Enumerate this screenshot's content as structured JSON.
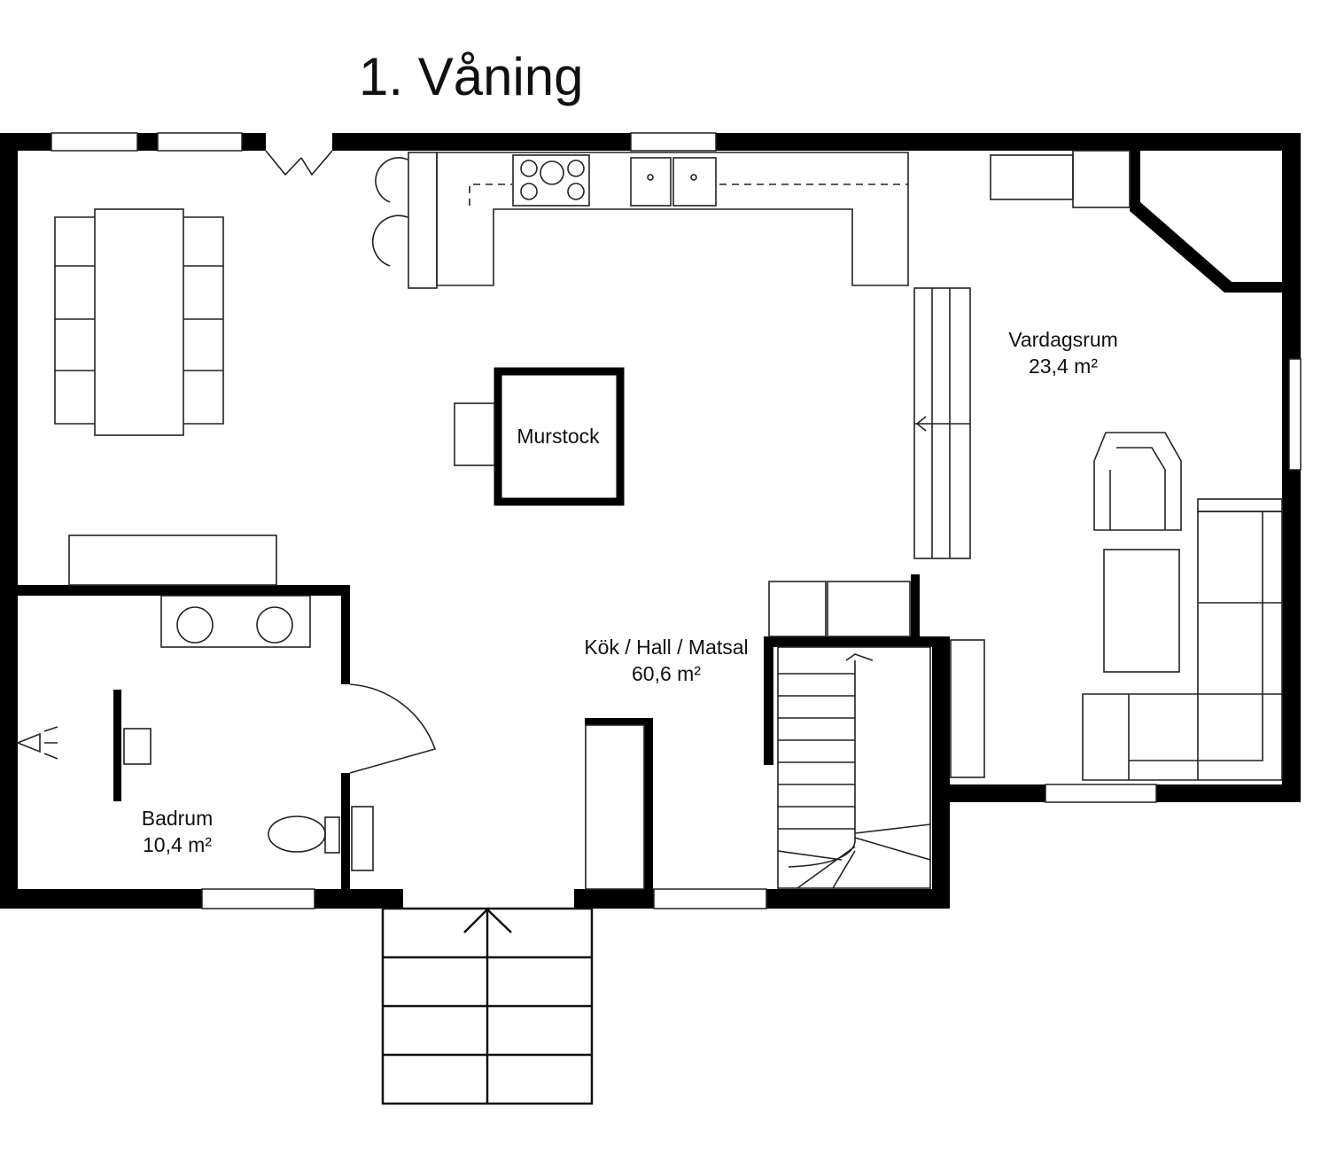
{
  "title": "1. Våning",
  "rooms": {
    "kitchen": {
      "name": "Kök / Hall / Matsal",
      "area": "60,6 m²"
    },
    "living": {
      "name": "Vardagsrum",
      "area": "23,4 m²"
    },
    "bathroom": {
      "name": "Badrum",
      "area": "10,4 m²"
    },
    "chimney": {
      "name": "Murstock"
    }
  }
}
